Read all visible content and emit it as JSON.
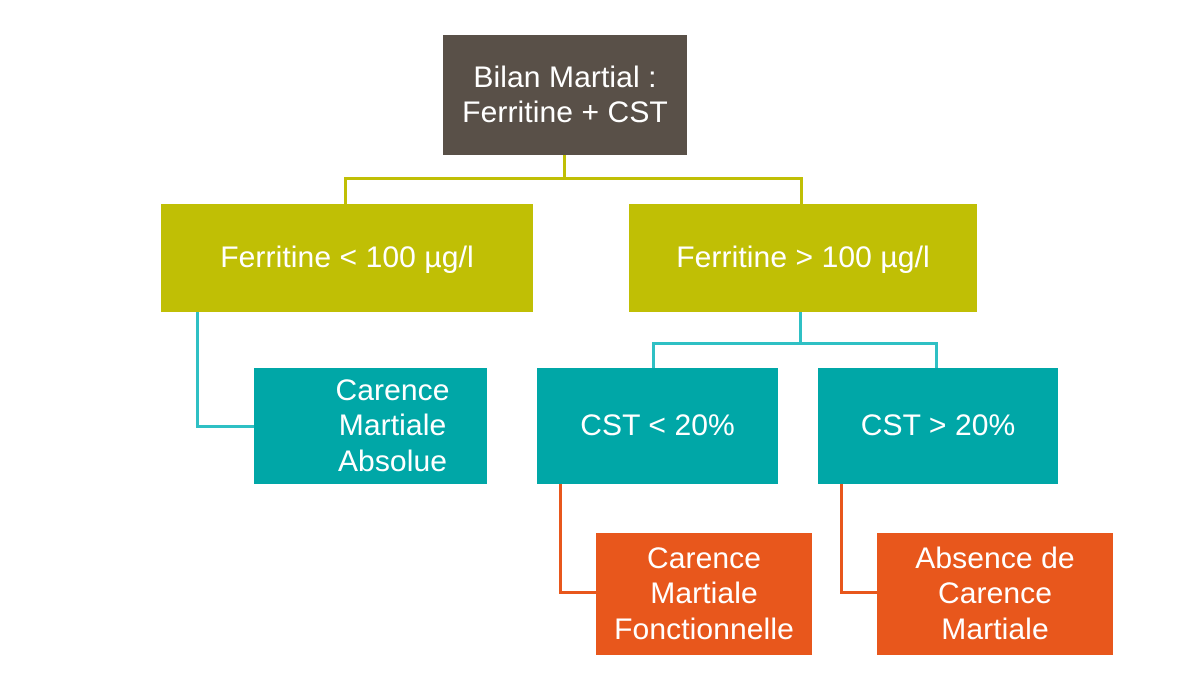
{
  "diagram": {
    "title": "Bilan Martial : Ferritine + CST",
    "type": "decision-flowchart",
    "language": "fr",
    "colors": {
      "root": "#595048",
      "level1": "#c0bf05",
      "teal": "#00a7a7",
      "orange": "#e8571c",
      "connector_olive": "#c0bf05",
      "connector_teal": "#2fc0c4",
      "connector_orange": "#e8571c",
      "text": "#ffffff",
      "background": "#ffffff"
    },
    "nodes": {
      "root": {
        "label": "Bilan Martial :\nFerritine + CST",
        "line1": "Bilan Martial :",
        "line2": "Ferritine + CST"
      },
      "ferritine_low": {
        "label": "Ferritine < 100 µg/l",
        "parameter": "Ferritine",
        "operator": "<",
        "value": "100",
        "unit": "µg/l"
      },
      "ferritine_high": {
        "label": "Ferritine > 100 µg/l",
        "parameter": "Ferritine",
        "operator": ">",
        "value": "100",
        "unit": "µg/l"
      },
      "carence_absolue": {
        "label": "Carence\nMartiale\nAbsolue"
      },
      "cst_low": {
        "label": "CST < 20%",
        "parameter": "CST",
        "operator": "<",
        "value": "20",
        "unit": "%"
      },
      "cst_high": {
        "label": "CST > 20%",
        "parameter": "CST",
        "operator": ">",
        "value": "20",
        "unit": "%"
      },
      "carence_fonctionnelle": {
        "label": "Carence\nMartiale\nFonctionnelle"
      },
      "absence_carence": {
        "label": "Absence de\nCarence\nMartiale"
      }
    }
  }
}
